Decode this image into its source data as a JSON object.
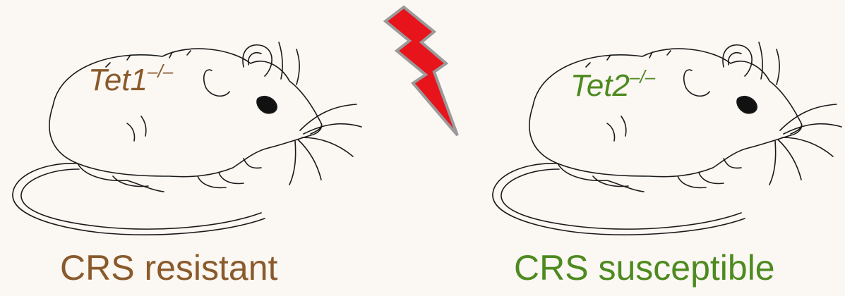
{
  "left": {
    "gene": "Tet1",
    "genotype": "–/–",
    "caption": "CRS resistant",
    "color": "#8a5a2b"
  },
  "right": {
    "gene": "Tet2",
    "genotype": "–/–",
    "caption": "CRS susceptible",
    "color": "#4d8a1f"
  },
  "stress_icon": {
    "icon": "lightning-bolt-icon",
    "fill": "#e8141b",
    "stroke": "#9a9a9a"
  }
}
